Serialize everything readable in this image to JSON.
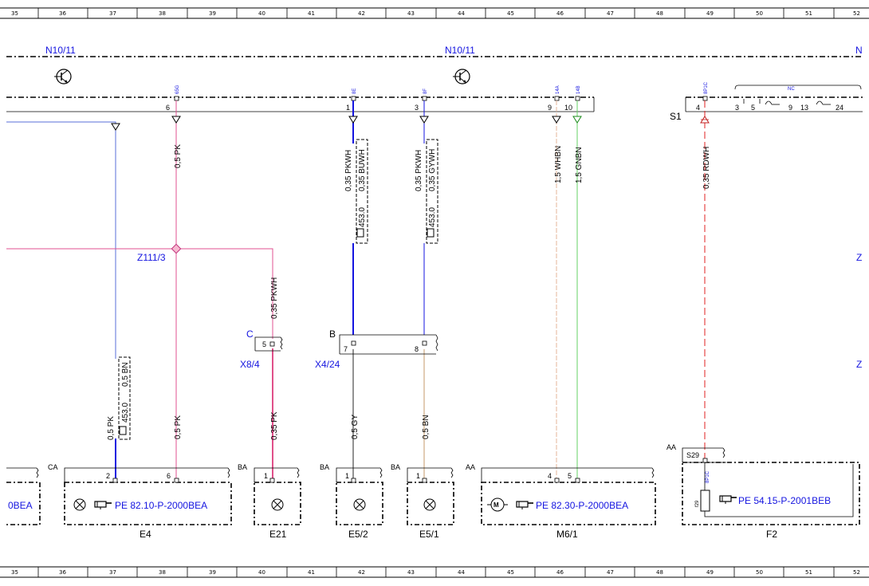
{
  "ruler": {
    "columns": [
      "35",
      "36",
      "37",
      "38",
      "39",
      "40",
      "41",
      "42",
      "43",
      "44",
      "45",
      "46",
      "47",
      "48",
      "49",
      "50",
      "51",
      "52"
    ]
  },
  "modules": {
    "left_name": "N10/11",
    "center_name": "N10/11",
    "right_name": "N",
    "switch_name": "S1"
  },
  "pins": {
    "p6": "6",
    "p1": "1",
    "p3": "3",
    "p9": "9",
    "p10": "10",
    "p4": "4",
    "s1_a": "3",
    "s1_b": "5",
    "s1_c": "9",
    "s1_d": "13",
    "s1_e": "24",
    "c_65g": "65G",
    "c_8e": "8E",
    "c_8f": "8F",
    "c_14a": "14A",
    "c_14b": "14B",
    "c_8p1c": "8P1C",
    "c_nc": "NC"
  },
  "wires": {
    "w_e4_6": "0,5 PK",
    "w_8e_a": "0,35 PKWH",
    "w_8e_b": "0,35 BUWH",
    "w_8e_c": "453.0",
    "w_8f_a": "0,35 PKWH",
    "w_8f_b": "0,35 GYWH",
    "w_8f_c": "453.0",
    "w_14a": "1,5 WHBN",
    "w_14b": "1,5 GNBN",
    "w_8p1c": "0,35 RDWH",
    "w_x84": "0,35 PKWH",
    "w_e4_2a": "0,5 PK",
    "w_e4_2b": "0,5 BN",
    "w_e4_2c": "453.0",
    "w_e4_6b": "0,5 PK",
    "w_e21": "0,35 PK",
    "w_e52": "0,5 GY",
    "w_e51": "0,5 BN"
  },
  "junctions": {
    "z111": "Z111/3",
    "right_z1": "Z",
    "right_z2": "Z"
  },
  "connectors": {
    "x84_name": "X8/4",
    "x84_letter": "C",
    "x84_pin": "5",
    "x424_name": "X4/24",
    "x424_letter": "B",
    "x424_pin7": "7",
    "x424_pin8": "8"
  },
  "components": {
    "left_partial": "0BEA",
    "e4": {
      "code": "CA",
      "pin2": "2",
      "pin6": "6",
      "ref": "PE 82.10-P-2000BEA",
      "name": "E4"
    },
    "e21": {
      "code": "BA",
      "pin": "1",
      "name": "E21"
    },
    "e52": {
      "code": "BA",
      "pin": "1",
      "name": "E5/2"
    },
    "e51": {
      "code": "BA",
      "pin": "1",
      "name": "E5/1"
    },
    "m61": {
      "code": "AA",
      "pin4": "4",
      "pin5": "5",
      "ref": "PE 82.30-P-2000BEA",
      "name": "M6/1"
    },
    "f2": {
      "code": "AA",
      "sub": "S29",
      "pin": "8P1C",
      "fuse": "f29",
      "ref": "PE 54.15-P-2001BEB",
      "name": "F2"
    }
  }
}
